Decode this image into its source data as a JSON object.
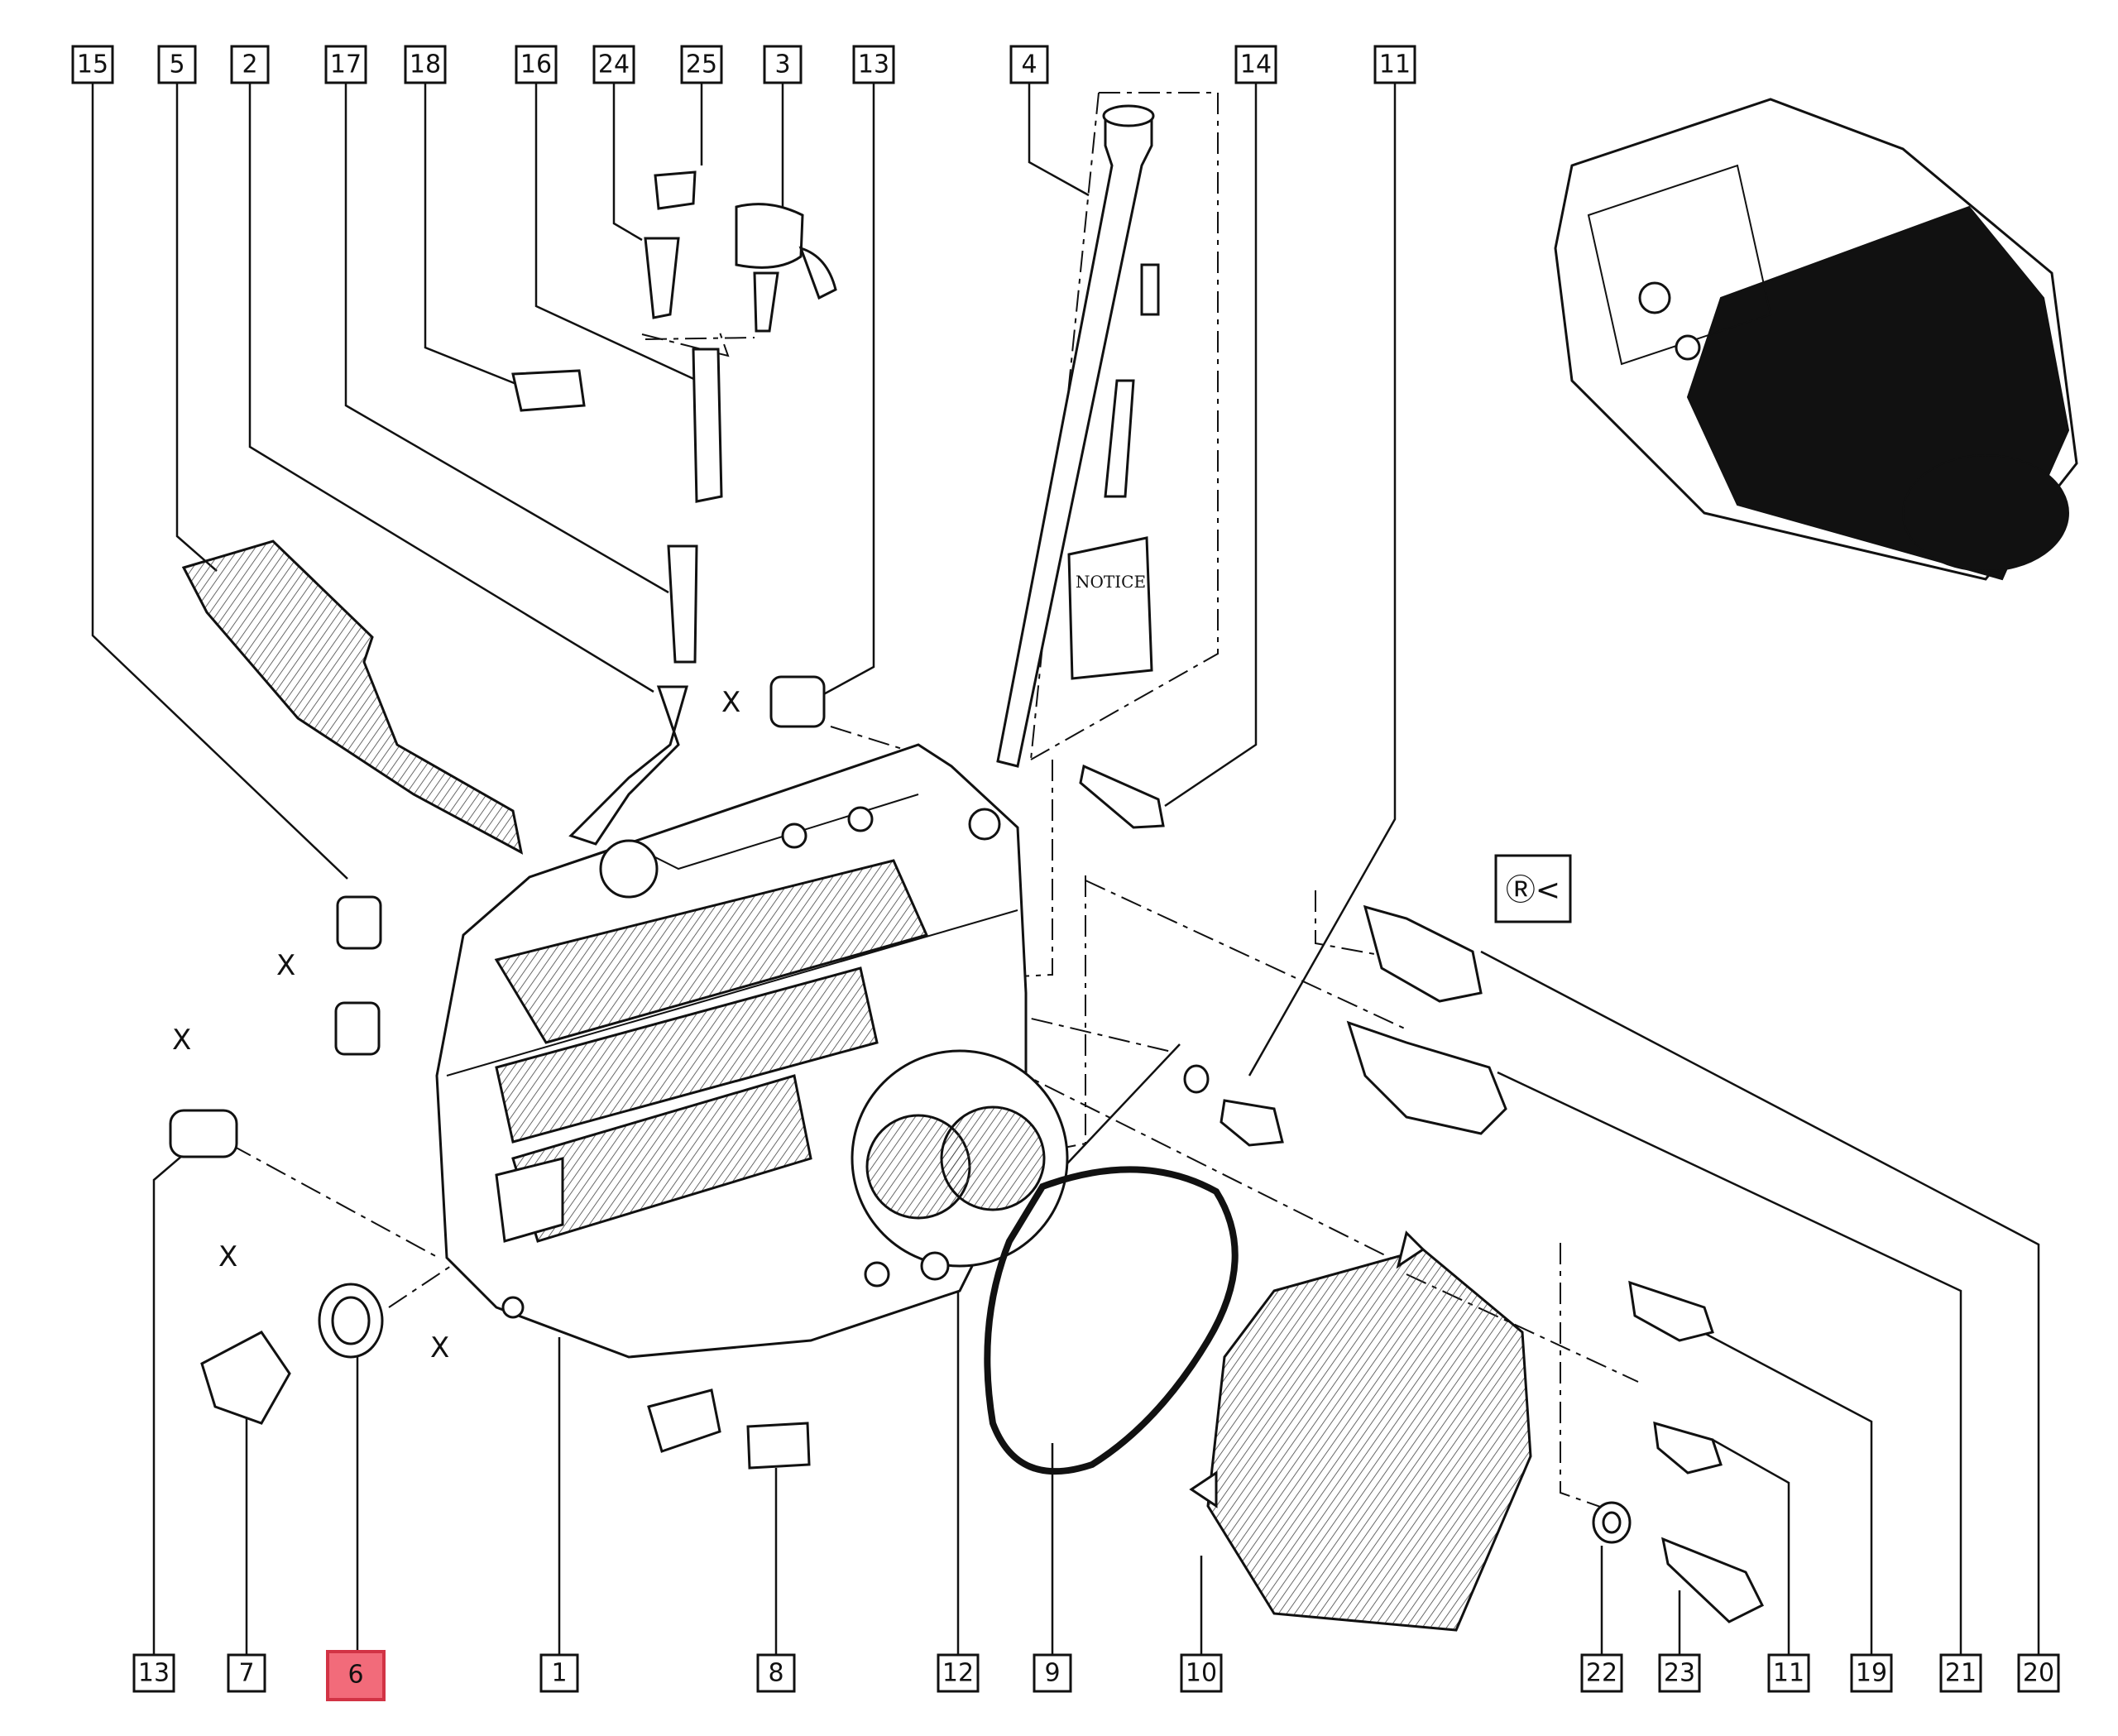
{
  "labels": {
    "top": [
      "15",
      "5",
      "2",
      "17",
      "18",
      "16",
      "24",
      "25",
      "3",
      "13",
      "4",
      "14",
      "11"
    ],
    "bottom": [
      "13",
      "7",
      "6",
      "1",
      "8",
      "12",
      "9",
      "10",
      "22",
      "23",
      "11",
      "19",
      "21",
      "20"
    ]
  },
  "highlighted_label": "6",
  "highlight_color": "#f26b7a",
  "annotations": {
    "x_mark": "X",
    "notice_text": "NOTICE",
    "symbol_text": "Ⓡ<"
  }
}
